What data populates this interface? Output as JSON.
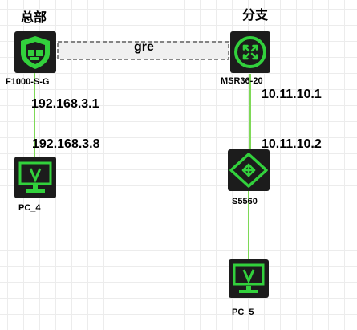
{
  "sites": {
    "hq": "总部",
    "branch": "分支"
  },
  "tunnel": {
    "label": "gre"
  },
  "devices": {
    "firewall": "F1000-S-G",
    "router": "MSR36-20",
    "switch": "S5560",
    "pc_left": "PC_4",
    "pc_right": "PC_5"
  },
  "addresses": {
    "fw_ip": "192.168.3.1",
    "pc4_ip": "192.168.3.8",
    "router_ip": "10.11.10.1",
    "switch_ip": "10.11.10.2"
  },
  "colors": {
    "icon_bg": "#1c1c1c",
    "accent": "#32d13c",
    "link": "#7ed957",
    "tunnel_border": "#606060"
  }
}
